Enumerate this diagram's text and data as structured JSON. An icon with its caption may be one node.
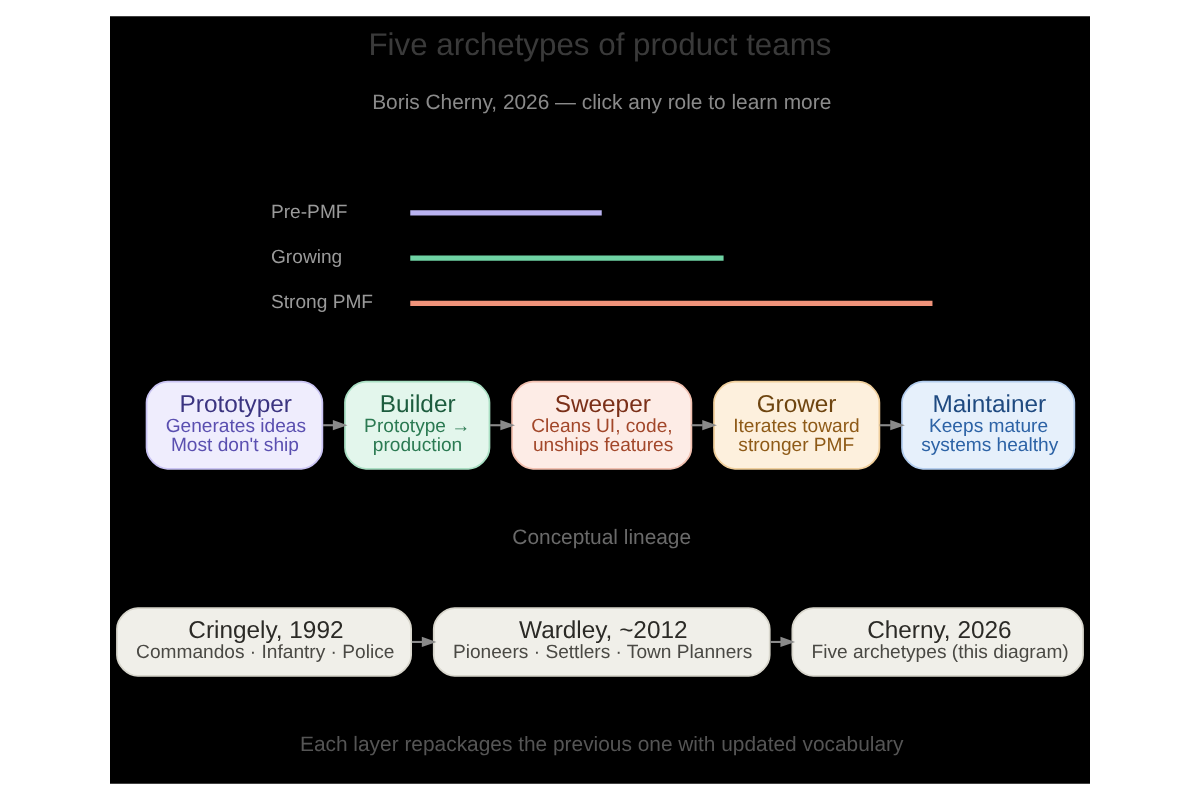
{
  "diagram": {
    "title": "Five archetypes of product teams",
    "caption": "Each layer repackages the previous one with updated vocabulary",
    "nodes": [
      {
        "text": [
          "Prototyper",
          "Generates ideas Most don't ship"
        ]
      },
      {
        "text": [
          "Builder",
          "Prototype → production"
        ]
      },
      {
        "text": [
          "Sweeper",
          "Cleans UI, code, unships features"
        ]
      },
      {
        "text": [
          "Grower",
          "Iterates toward stronger PMF"
        ]
      },
      {
        "text": [
          "Maintainer",
          "Keeps mature systems healthy"
        ]
      },
      {
        "text": [
          "Cringely, 1992",
          "Commandos · Infantry · Police"
        ]
      },
      {
        "text": [
          "Wardley, ~2012",
          "Pioneers · Settlers · Town Planners"
        ]
      },
      {
        "text": [
          "Cherny, 2026",
          "Five archetypes (this diagram)"
        ]
      }
    ],
    "edges": [
      {
        "from": 0,
        "to": 1,
        "arrow": "to"
      },
      {
        "from": 1,
        "to": 2,
        "arrow": "to"
      },
      {
        "from": 2,
        "to": 3,
        "arrow": "to"
      },
      {
        "from": 3,
        "to": 4,
        "arrow": "to"
      },
      {
        "from": 5,
        "to": 6,
        "arrow": "to"
      },
      {
        "from": 6,
        "to": 7,
        "arrow": "to"
      }
    ],
    "labels": [
      "Boris Cherny, 2026 — click any role to learn more",
      "Conceptual lineage"
    ],
    "legend": [
      {
        "text": "Pre-PMF"
      },
      {
        "text": "Growing"
      },
      {
        "text": "Strong PMF"
      }
    ]
  }
}
